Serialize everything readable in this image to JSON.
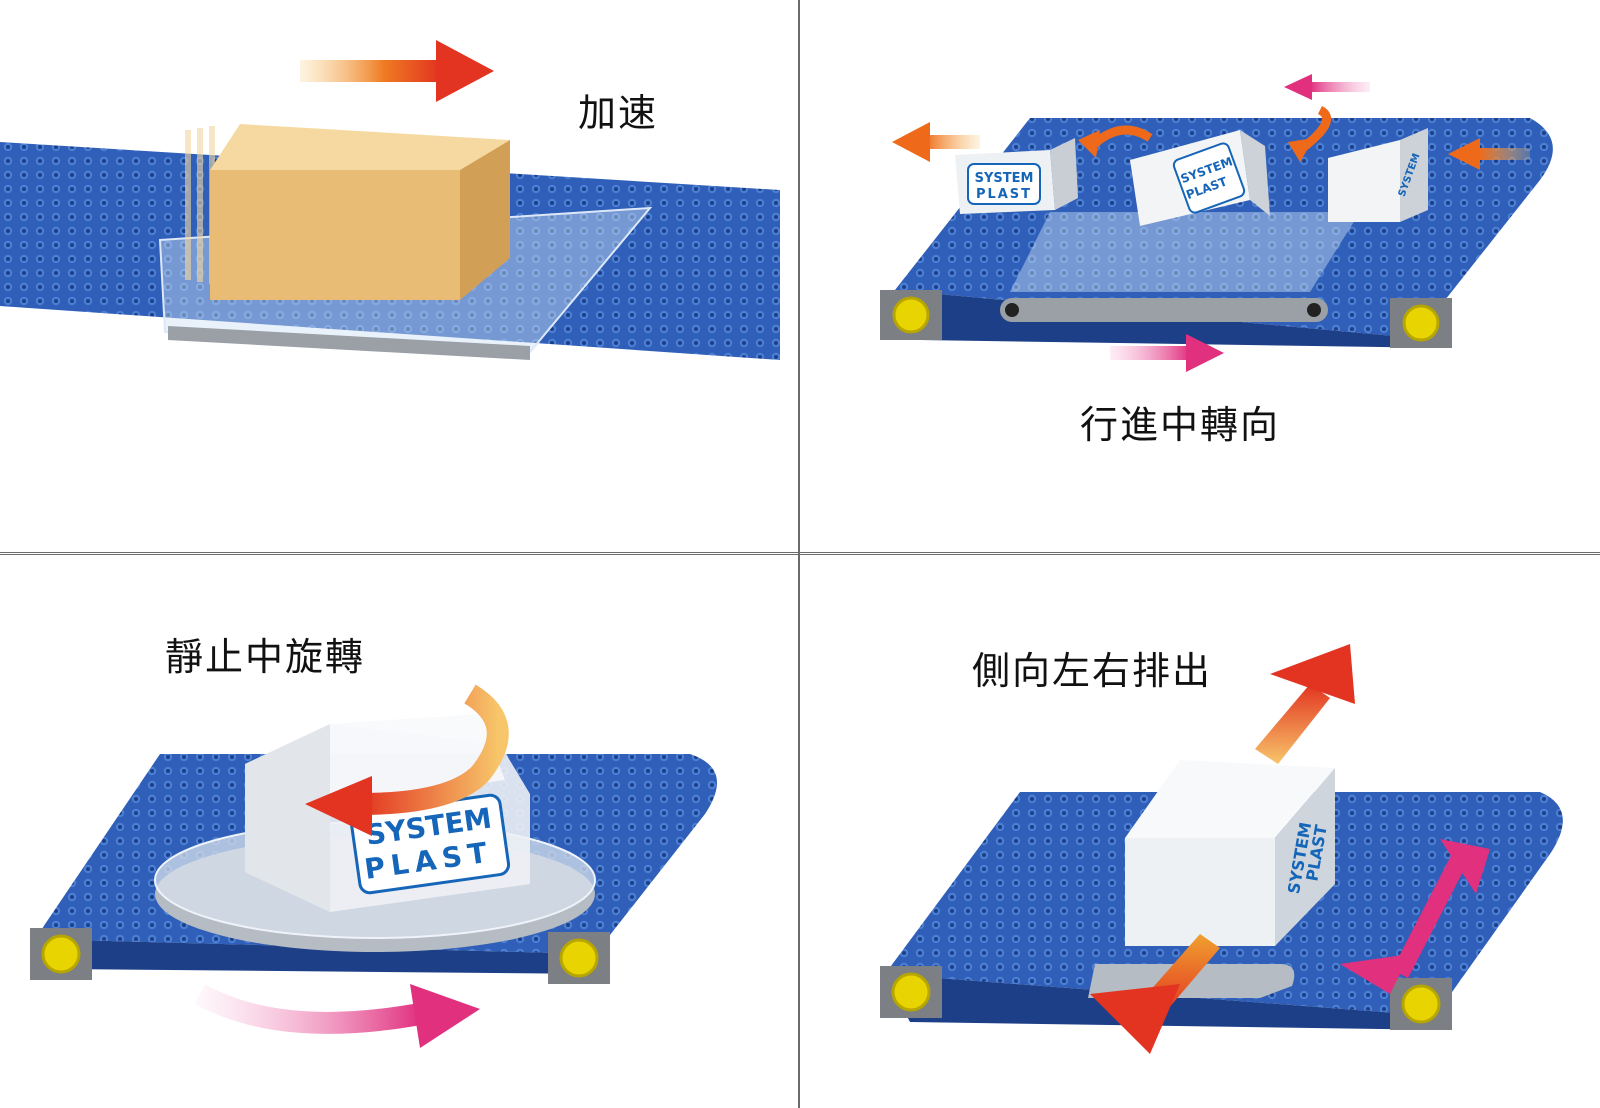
{
  "panels": {
    "accelerate": {
      "caption": "加速"
    },
    "turn_in_motion": {
      "caption": "行進中轉向",
      "logo_line1": "SYSTEM",
      "logo_line2": "PLAST"
    },
    "rotate_stationary": {
      "caption": "靜止中旋轉",
      "logo_line1": "SYSTEM",
      "logo_line2": "PLAST"
    },
    "side_discharge": {
      "caption": "側向左右排出",
      "logo_line1": "SYSTEM",
      "logo_line2": "PLAST"
    }
  },
  "colors": {
    "belt": "#2f5fb8",
    "belt_dark": "#1d3f88",
    "box_tan": "#e8bc74",
    "box_white": "#f2f4f6",
    "arrow_orange": "#ee6a1a",
    "arrow_red": "#e23420",
    "arrow_pink": "#e0307e",
    "roller_yellow": "#e8d400",
    "plate_gray": "#9aa0a6"
  }
}
